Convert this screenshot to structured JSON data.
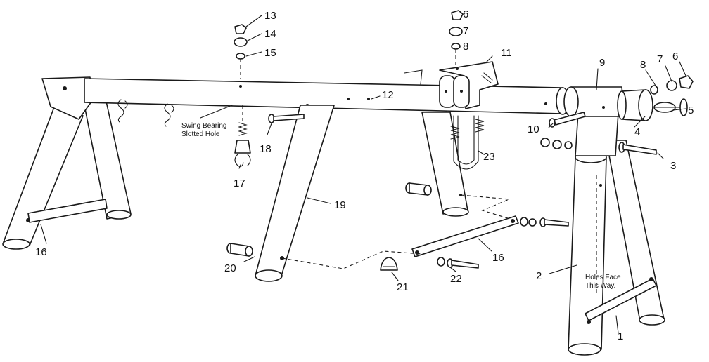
{
  "labels": {
    "l1": "1",
    "l2": "2",
    "l3": "3",
    "l4": "4",
    "l5": "5",
    "l6a": "6",
    "l6b": "6",
    "l7a": "7",
    "l7b": "7",
    "l8a": "8",
    "l8b": "8",
    "l9": "9",
    "l10": "10",
    "l11": "11",
    "l12": "12",
    "l13": "13",
    "l14": "14",
    "l15": "15",
    "l16a": "16",
    "l16b": "16",
    "l17": "17",
    "l18": "18",
    "l19": "19",
    "l20": "20",
    "l21": "21",
    "l22": "22",
    "l23": "23"
  },
  "notes": {
    "bearing_line1": "Swing Bearing",
    "bearing_line2": "Slotted Hole",
    "holes_line1": "Holes Face",
    "holes_line2": "This Way."
  }
}
